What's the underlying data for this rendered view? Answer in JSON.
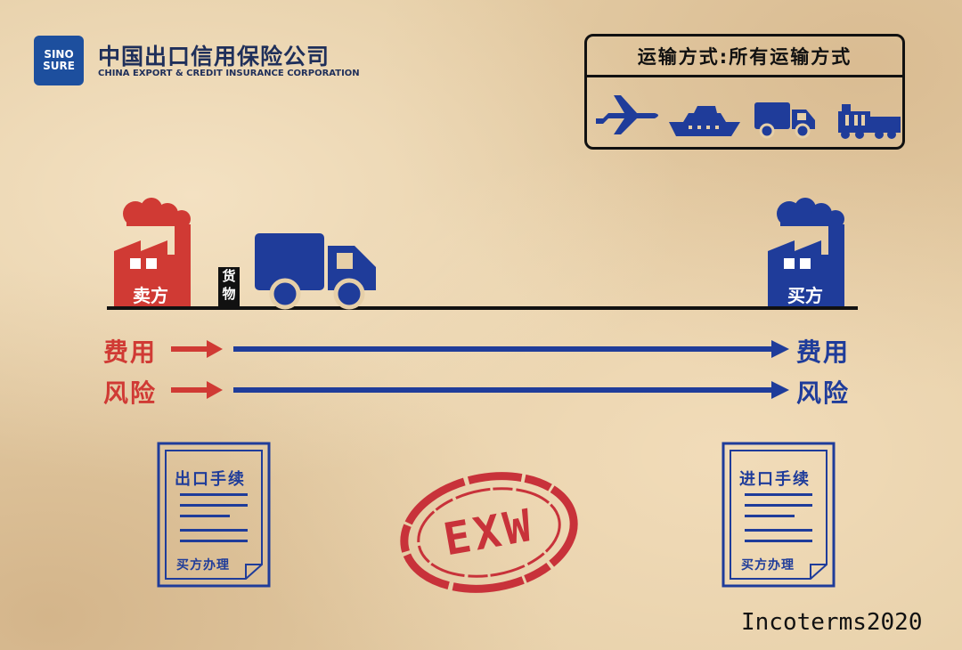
{
  "logo": {
    "badge_line1": "SINO",
    "badge_line2": "SURE",
    "name_cn": "中国出口信用保险公司",
    "name_en": "CHINA EXPORT & CREDIT INSURANCE CORPORATION"
  },
  "transport": {
    "title": "运输方式:所有运输方式",
    "icons": [
      "airplane-icon",
      "ship-icon",
      "truck-icon",
      "train-icon"
    ]
  },
  "seller": {
    "label": "卖方"
  },
  "buyer": {
    "label": "买方"
  },
  "goods": {
    "label_line1": "货",
    "label_line2": "物"
  },
  "flows": {
    "cost_left": "费用",
    "cost_right": "费用",
    "risk_left": "风险",
    "risk_right": "风险"
  },
  "export_doc": {
    "title": "出口手续",
    "handler": "买方办理"
  },
  "import_doc": {
    "title": "进口手续",
    "handler": "买方办理"
  },
  "stamp": {
    "text": "EXW"
  },
  "footer": {
    "incoterms": "Incoterms2020"
  },
  "colors": {
    "seller_red": "#d03a34",
    "buyer_blue": "#1f3c9a",
    "ink": "#111111",
    "paper": "#e6cfa8"
  }
}
